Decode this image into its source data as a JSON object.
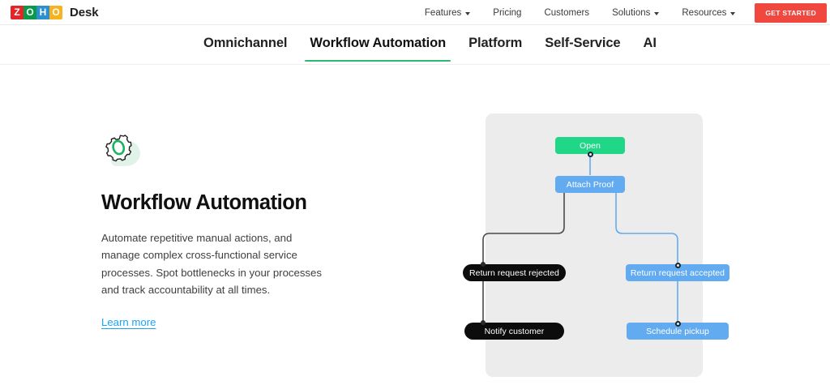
{
  "header": {
    "logo": {
      "tiles": [
        {
          "letter": "Z",
          "color": "#e42527"
        },
        {
          "letter": "O",
          "color": "#089949"
        },
        {
          "letter": "H",
          "color": "#2b8fd1"
        },
        {
          "letter": "O",
          "color": "#f9b21d"
        }
      ]
    },
    "product_name": "Desk",
    "nav": [
      {
        "label": "Features",
        "has_caret": true
      },
      {
        "label": "Pricing",
        "has_caret": false
      },
      {
        "label": "Customers",
        "has_caret": false
      },
      {
        "label": "Solutions",
        "has_caret": true
      },
      {
        "label": "Resources",
        "has_caret": true
      }
    ],
    "cta_label": "GET STARTED",
    "cta_color": "#f0483e"
  },
  "tabs": {
    "active_index": 1,
    "accent_color": "#2eb872",
    "items": [
      {
        "label": "Omnichannel"
      },
      {
        "label": "Workflow Automation"
      },
      {
        "label": "Platform"
      },
      {
        "label": "Self-Service"
      },
      {
        "label": "AI"
      }
    ]
  },
  "feature": {
    "icon_name": "gear-icon",
    "icon_color": "#19b35e",
    "title": "Workflow Automation",
    "description": "Automate repetitive manual actions, and manage complex cross-functional service processes. Spot bottlenecks in your processes and track accountability at all times.",
    "link_label": "Learn more",
    "link_color": "#1aa3f5"
  },
  "diagram": {
    "panel_color": "#ececec",
    "nodes": [
      {
        "id": "open",
        "label": "Open",
        "color": "#1fd787",
        "shape": "rect"
      },
      {
        "id": "attach",
        "label": "Attach Proof",
        "color": "#62abf0",
        "shape": "rect"
      },
      {
        "id": "rejected",
        "label": "Return request rejected",
        "color": "#0c0c0c",
        "shape": "pill"
      },
      {
        "id": "notify",
        "label": "Notify customer",
        "color": "#0c0c0c",
        "shape": "pill"
      },
      {
        "id": "accepted",
        "label": "Return request accepted",
        "color": "#62abf0",
        "shape": "rect"
      },
      {
        "id": "pickup",
        "label": "Schedule pickup",
        "color": "#62abf0",
        "shape": "rect"
      }
    ],
    "edges": [
      {
        "from": "open",
        "to": "attach",
        "color": "#62abf0"
      },
      {
        "from": "attach",
        "to": "rejected",
        "color": "#4a4a4a"
      },
      {
        "from": "attach",
        "to": "accepted",
        "color": "#62abf0"
      },
      {
        "from": "rejected",
        "to": "notify",
        "color": "#4a4a4a"
      },
      {
        "from": "accepted",
        "to": "pickup",
        "color": "#62abf0"
      }
    ]
  }
}
